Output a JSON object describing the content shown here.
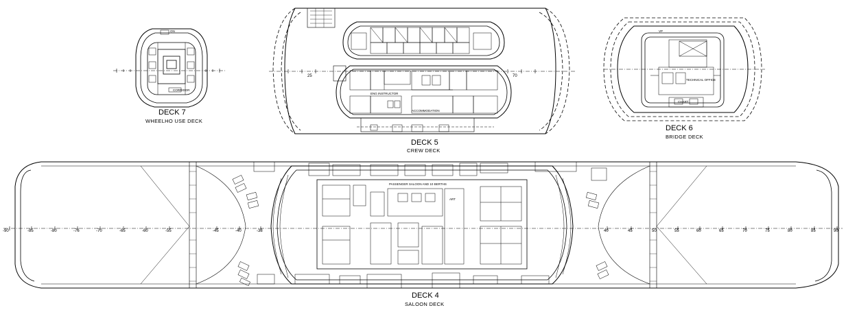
{
  "decks": [
    {
      "id": "deck7",
      "title": "DECK 7",
      "subtitle": "WHEELHO USE DECK"
    },
    {
      "id": "deck5",
      "title": "DECK 5",
      "subtitle": "CREW DECK"
    },
    {
      "id": "deck6",
      "title": "DECK 6",
      "subtitle": "BRIDGE DECK"
    },
    {
      "id": "deck4",
      "title": "DECK 4",
      "subtitle": "SALOON DECK"
    }
  ],
  "room_labels": {
    "deck5_mid_left": "ENG INSTRUCTOR",
    "deck5_mid_bottom": "ACCOMMODATION",
    "deck5_scale_a": "25",
    "deck5_scale_b": "70",
    "deck6_room": "TECHNICAL OFFICE",
    "deck6_room2": "CHART",
    "deck4_top": "PASSENGER SALOON AND 10 BERTHS",
    "deck4_art": "ART",
    "deck7_room": "ON",
    "deck7_room2": "CORRIDOR",
    "deck6_top": "VP"
  },
  "frame_scale": {
    "labels": [
      "-90",
      "-85",
      "-80",
      "-76",
      "-70",
      "-65",
      "-60",
      "-55",
      "-45",
      "-40",
      "-38",
      "40",
      "45",
      "50",
      "55",
      "60",
      "65",
      "70",
      "75",
      "80",
      "85",
      "90"
    ]
  }
}
